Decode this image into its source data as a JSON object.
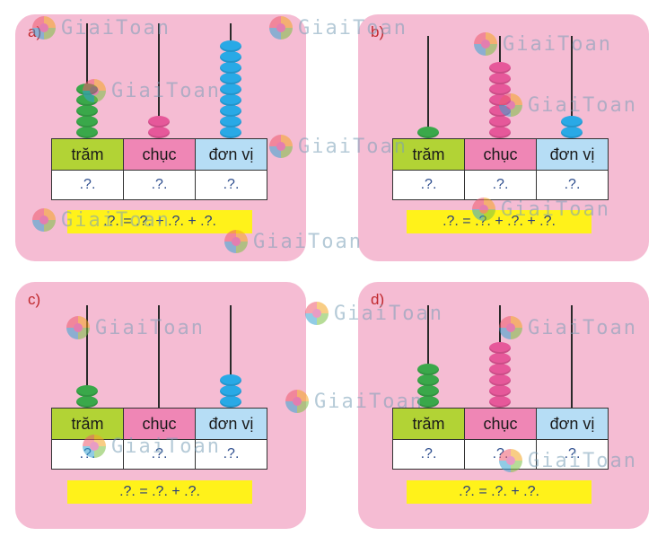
{
  "headers": {
    "tram": "trăm",
    "chuc": "chục",
    "don_vi": "đơn vị"
  },
  "watermark": "GiaiToan",
  "panels": [
    {
      "label": "a)",
      "vals": [
        ".?.",
        ".?.",
        ".?."
      ],
      "equation": ".?. = .?. + .?. + .?.",
      "beads": {
        "tram": 5,
        "chuc": 2,
        "don_vi": 9
      }
    },
    {
      "label": "b)",
      "vals": [
        ".?.",
        ".?.",
        ".?."
      ],
      "equation": ".?. = .?. + .?. + .?.",
      "beads": {
        "tram": 1,
        "chuc": 7,
        "don_vi": 2
      }
    },
    {
      "label": "c)",
      "vals": [
        ".?.",
        ".?.",
        ".?."
      ],
      "equation": ".?. = .?. + .?.",
      "beads": {
        "tram": 2,
        "chuc": 0,
        "don_vi": 3
      }
    },
    {
      "label": "d)",
      "vals": [
        ".?.",
        ".?.",
        ".?."
      ],
      "equation": ".?. = .?. + .?.",
      "beads": {
        "tram": 4,
        "chuc": 6,
        "don_vi": 0
      }
    }
  ],
  "colors": {
    "panel": "#f5bcd3",
    "tram_bead": "#3aa84a",
    "chuc_bead": "#e6589a",
    "don_vi_bead": "#29a9e6",
    "equation_bg": "#fff21a"
  }
}
